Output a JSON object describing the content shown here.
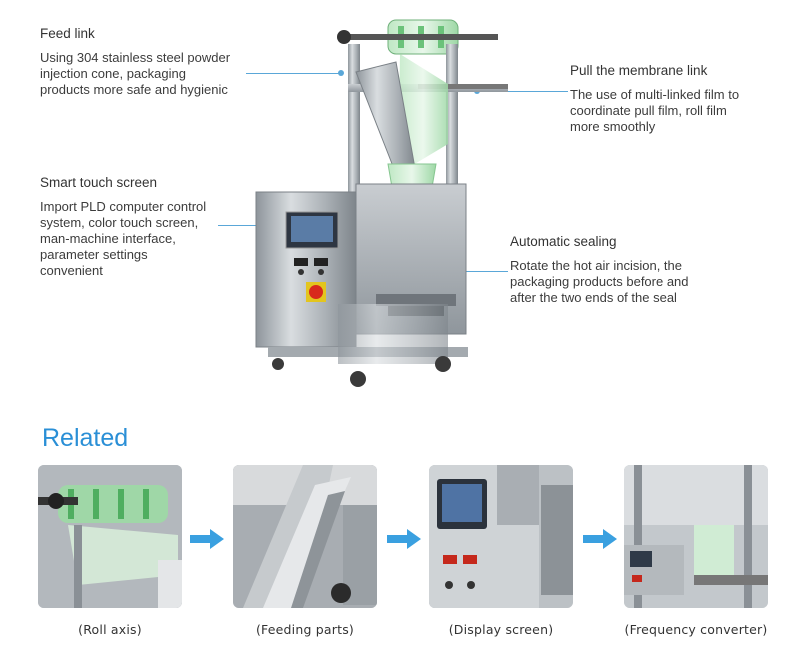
{
  "callouts": {
    "feed": {
      "title": "Feed link",
      "desc": "Using 304 stainless steel powder\n injection cone, packaging\nproducts more safe and hygienic"
    },
    "pull": {
      "title": "Pull the membrane link",
      "desc": "The use of multi-linked film to\ncoordinate pull film, roll film\nmore smoothly"
    },
    "touch": {
      "title": "Smart touch screen",
      "desc": "Import PLD computer control\nsystem, color touch screen,\nman-machine interface,\nparameter settings\nconvenient"
    },
    "seal": {
      "title": "Automatic sealing",
      "desc": "Rotate the hot air incision, the\npackaging products before and\nafter the two ends of the seal"
    }
  },
  "related": {
    "title": "Related",
    "items": [
      {
        "caption": "(Roll axis)"
      },
      {
        "caption": "(Feeding parts)"
      },
      {
        "caption": "(Display screen)"
      },
      {
        "caption": "(Frequency converter)"
      }
    ]
  },
  "colors": {
    "accent": "#2a8fd6",
    "leader": "#5aa7d8",
    "arrow": "#3aa0e0",
    "steel": "#b9bec3",
    "film": "#7fd08a"
  }
}
